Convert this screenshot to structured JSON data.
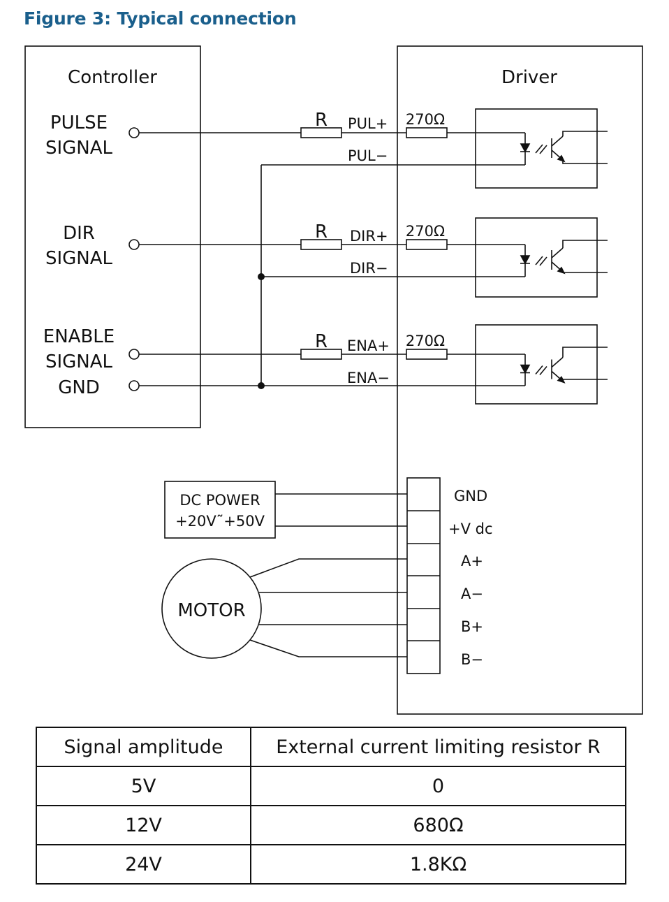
{
  "figure_title": "Figure 3: Typical connection",
  "controller": {
    "title": "Controller",
    "pulse_line1": "PULSE",
    "pulse_line2": "SIGNAL",
    "dir_line1": "DIR",
    "dir_line2": "SIGNAL",
    "enable_line1": "ENABLE",
    "enable_line2": "SIGNAL",
    "gnd": "GND"
  },
  "driver": {
    "title": "Driver",
    "external_resistor": "R",
    "internal_resistor": "270Ω",
    "pul_plus": "PUL+",
    "pul_minus": "PUL−",
    "dir_plus": "DIR+",
    "dir_minus": "DIR−",
    "ena_plus": "ENA+",
    "ena_minus": "ENA−",
    "terminals": [
      "GND",
      "+V dc",
      "A+",
      "A−",
      "B+",
      "B−"
    ]
  },
  "power": {
    "line1": "DC POWER",
    "line2": "+20V˜+50V"
  },
  "motor": {
    "label": "MOTOR"
  },
  "table": {
    "headers": [
      "Signal amplitude",
      "External current limiting resistor R"
    ],
    "rows": [
      [
        "5V",
        "0"
      ],
      [
        "12V",
        "680Ω"
      ],
      [
        "24V",
        "1.8KΩ"
      ]
    ]
  }
}
